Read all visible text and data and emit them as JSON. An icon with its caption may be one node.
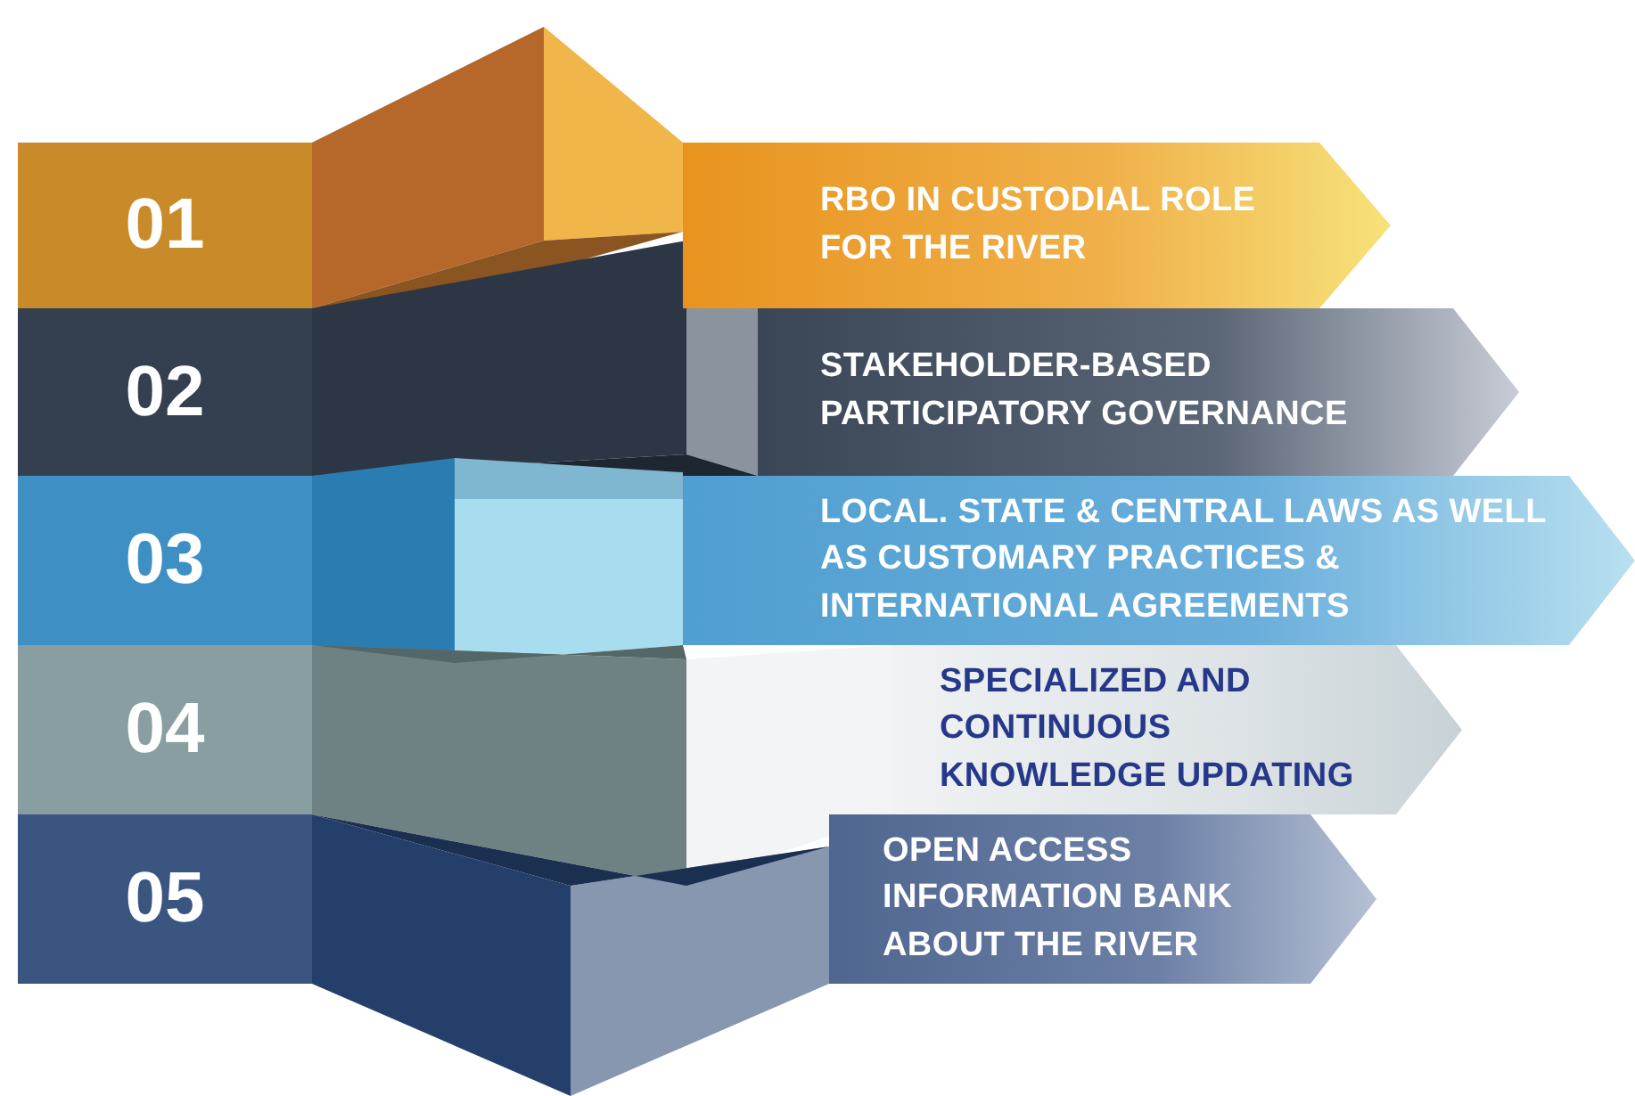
{
  "diagram": {
    "nodes": [
      {
        "text": [
          "01"
        ]
      },
      {
        "text": [
          "RBO IN CUSTODIAL ROLE FOR THE RIVER"
        ]
      },
      {
        "text": [
          "02"
        ]
      },
      {
        "text": [
          "STAKEHOLDER-BASED PARTICIPATORY GOVERNANCE"
        ]
      },
      {
        "text": [
          "03"
        ]
      },
      {
        "text": [
          "LOCAL. STATE & CENTRAL LAWS AS WELL AS CUSTOMARY PRACTICES & INTERNATIONAL AGREEMENTS"
        ]
      },
      {
        "text": [
          "04"
        ]
      },
      {
        "text": [
          "SPECIALIZED AND CONTINUOUS KNOWLEDGE UPDATING"
        ]
      },
      {
        "text": [
          "05"
        ]
      },
      {
        "text": [
          "OPEN ACCESS INFORMATION BANK ABOUT THE RIVER"
        ]
      }
    ]
  }
}
